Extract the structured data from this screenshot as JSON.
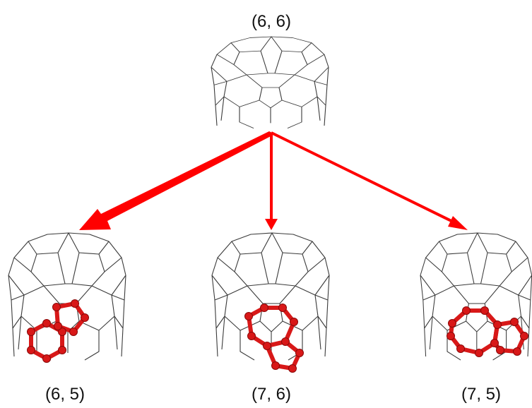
{
  "title": "",
  "nodes": {
    "parent": {
      "label": "(6, 6)"
    },
    "left": {
      "label": "(6, 5)"
    },
    "middle": {
      "label": "(7, 6)"
    },
    "right": {
      "label": "(7, 5)"
    }
  },
  "colors": {
    "arrow": "#ff0000",
    "ring": "#d81818",
    "mesh": "#3a3a3a"
  },
  "edges": [
    {
      "from": "(6, 6)",
      "to": "(6, 5)",
      "weight": "thick"
    },
    {
      "from": "(6, 6)",
      "to": "(7, 6)",
      "weight": "thin"
    },
    {
      "from": "(6, 6)",
      "to": "(7, 5)",
      "weight": "thin"
    }
  ]
}
